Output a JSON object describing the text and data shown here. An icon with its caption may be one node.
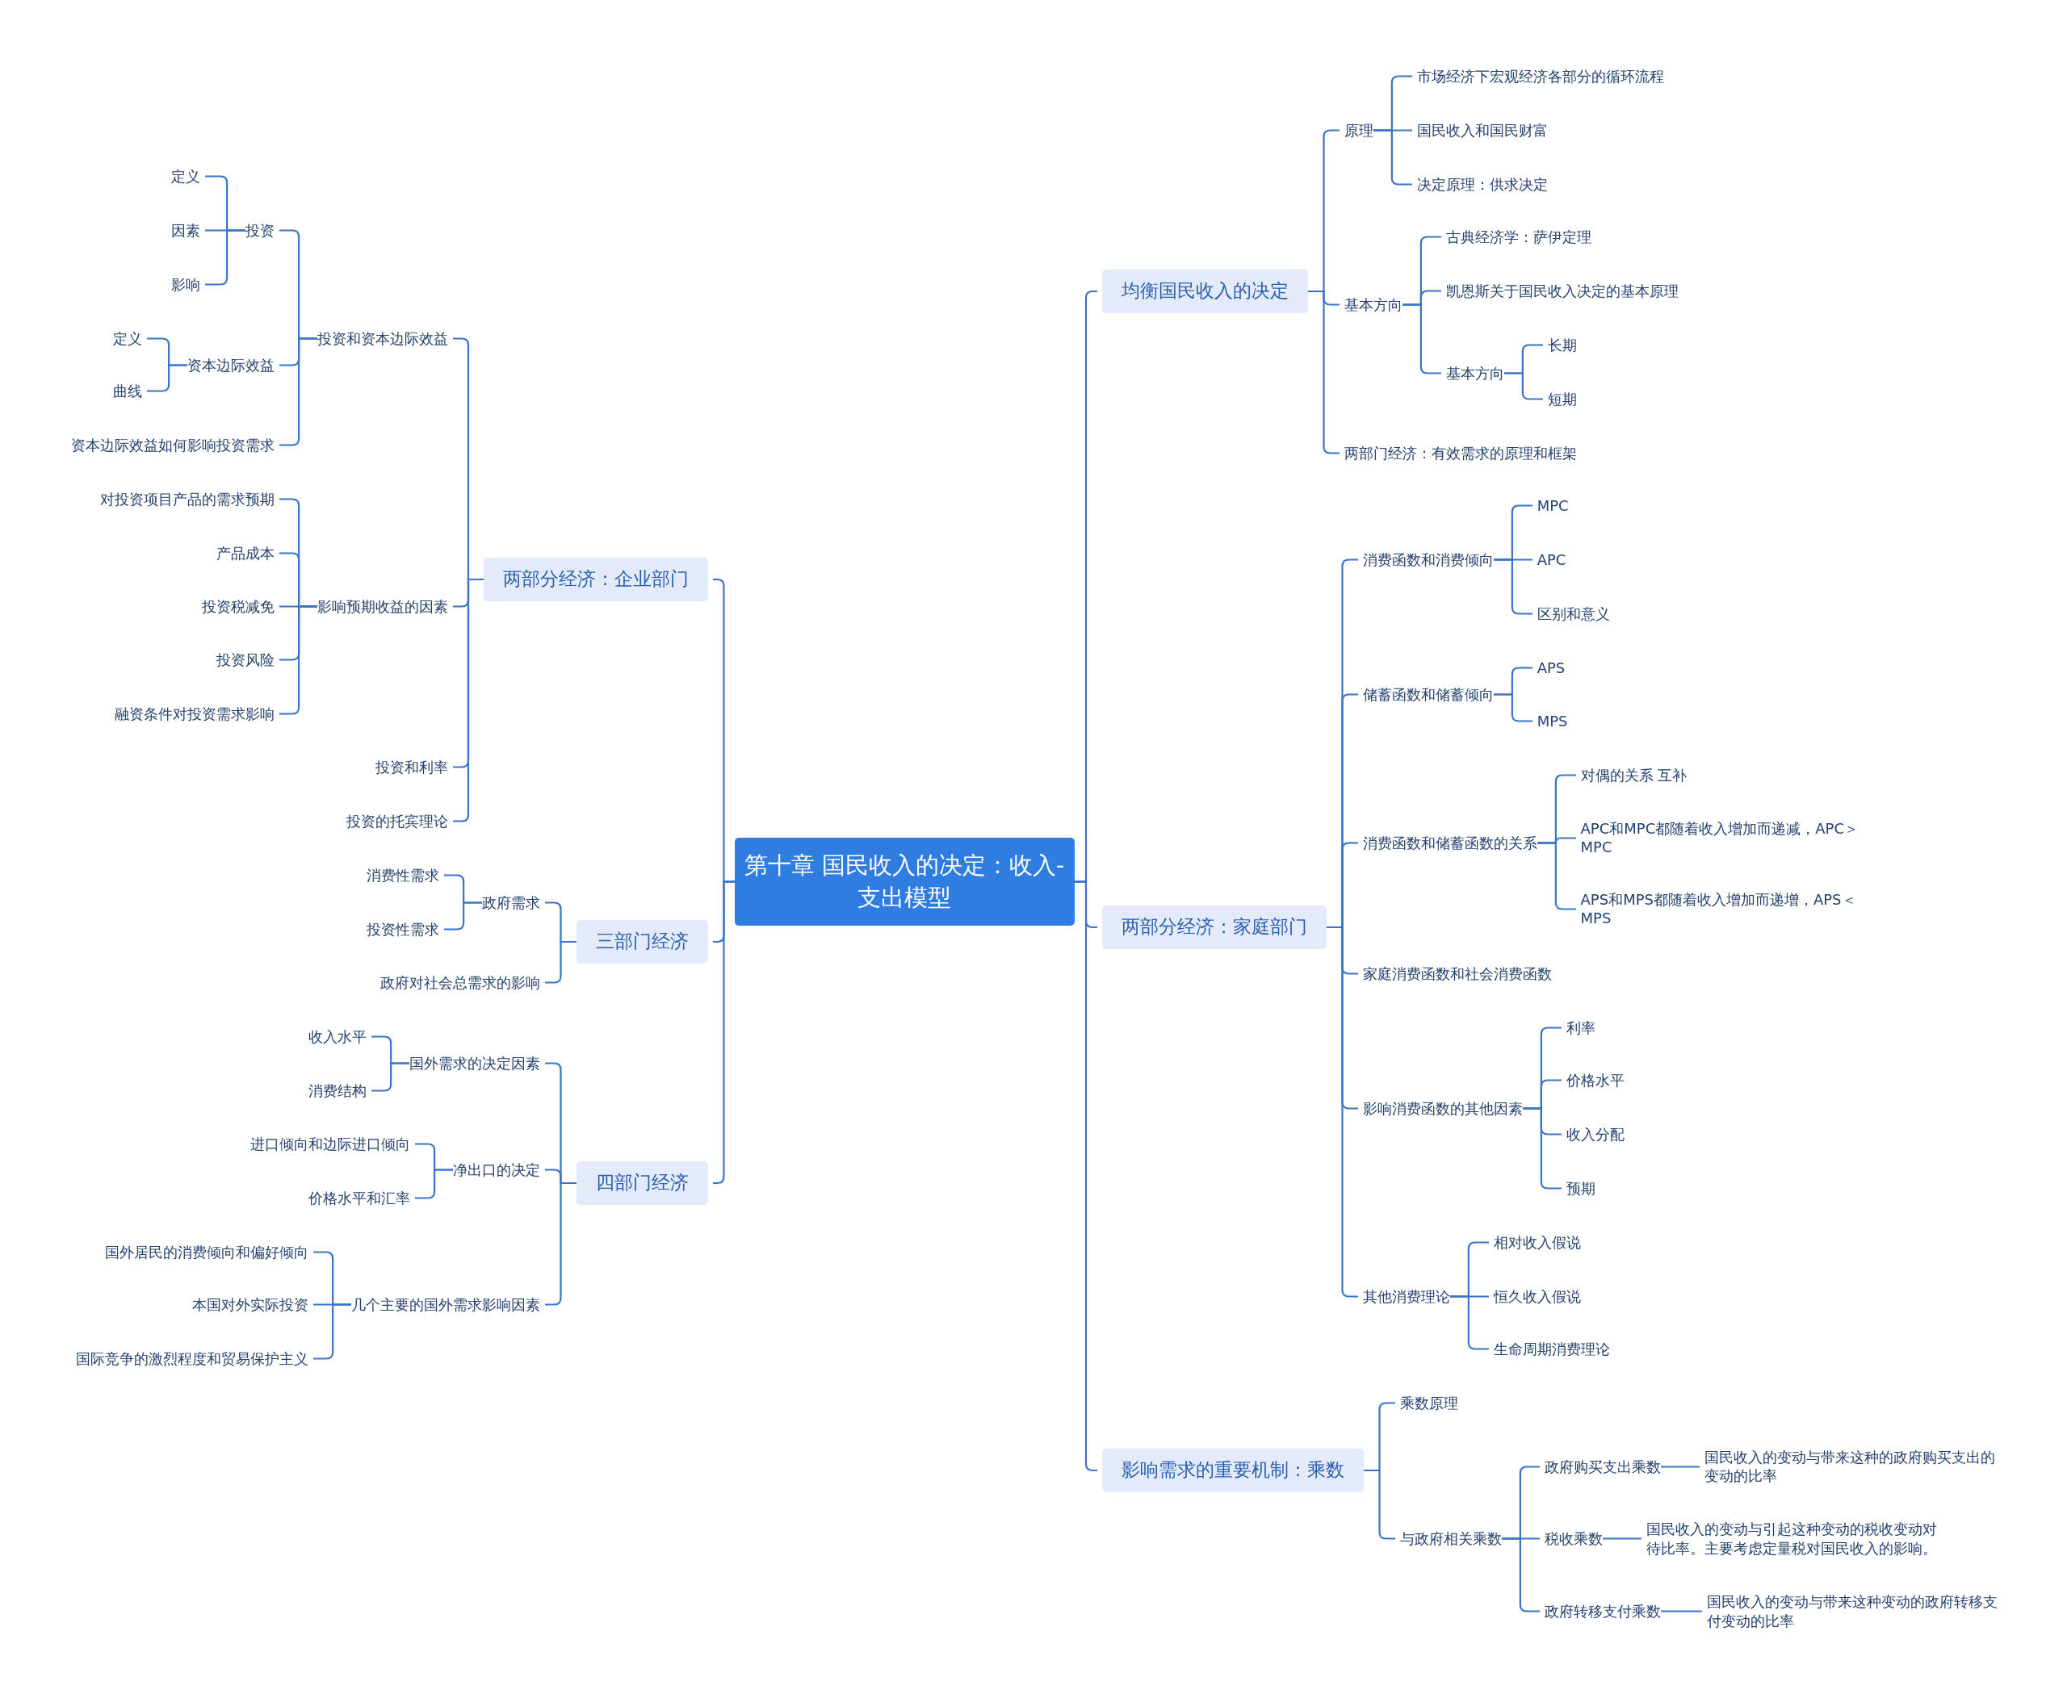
{
  "diagram": {
    "nodes": [
      {
        "text": [
          "第十章 国民收入的决定：收入-支出模型"
        ]
      },
      {
        "text": [
          "两部分经济：企业部门"
        ]
      },
      {
        "text": [
          "三部门经济"
        ]
      },
      {
        "text": [
          "四部门经济"
        ]
      },
      {
        "text": [
          "均衡国民收入的决定"
        ]
      },
      {
        "text": [
          "两部分经济：家庭部门"
        ]
      },
      {
        "text": [
          "影响需求的重要机制：乘数"
        ]
      },
      {
        "text": [
          "投资和资本边际效益"
        ]
      },
      {
        "text": [
          "投资"
        ]
      },
      {
        "text": [
          "定义"
        ]
      },
      {
        "text": [
          "因素"
        ]
      },
      {
        "text": [
          "影响"
        ]
      },
      {
        "text": [
          "资本边际效益"
        ]
      },
      {
        "text": [
          "定义"
        ]
      },
      {
        "text": [
          "曲线"
        ]
      },
      {
        "text": [
          "资本边际效益如何影响投资需求"
        ]
      },
      {
        "text": [
          "影响预期收益的因素"
        ]
      },
      {
        "text": [
          "对投资项目产品的需求预期"
        ]
      },
      {
        "text": [
          "产品成本"
        ]
      },
      {
        "text": [
          "投资税减免"
        ]
      },
      {
        "text": [
          "投资风险"
        ]
      },
      {
        "text": [
          "融资条件对投资需求影响"
        ]
      },
      {
        "text": [
          "投资和利率"
        ]
      },
      {
        "text": [
          "投资的托宾理论"
        ]
      },
      {
        "text": [
          "政府需求"
        ]
      },
      {
        "text": [
          "消费性需求"
        ]
      },
      {
        "text": [
          "投资性需求"
        ]
      },
      {
        "text": [
          "政府对社会总需求的影响"
        ]
      },
      {
        "text": [
          "国外需求的决定因素"
        ]
      },
      {
        "text": [
          "收入水平"
        ]
      },
      {
        "text": [
          "消费结构"
        ]
      },
      {
        "text": [
          "净出口的决定"
        ]
      },
      {
        "text": [
          "进口倾向和边际进口倾向"
        ]
      },
      {
        "text": [
          "价格水平和汇率"
        ]
      },
      {
        "text": [
          "几个主要的国外需求影响因素"
        ]
      },
      {
        "text": [
          "国外居民的消费倾向和偏好倾向"
        ]
      },
      {
        "text": [
          "本国对外实际投资"
        ]
      },
      {
        "text": [
          "国际竞争的激烈程度和贸易保护主义"
        ]
      },
      {
        "text": [
          "原理"
        ]
      },
      {
        "text": [
          "市场经济下宏观经济各部分的循环流程"
        ]
      },
      {
        "text": [
          "国民收入和国民财富"
        ]
      },
      {
        "text": [
          "决定原理：供求决定"
        ]
      },
      {
        "text": [
          "基本方向"
        ]
      },
      {
        "text": [
          "古典经济学：萨伊定理"
        ]
      },
      {
        "text": [
          "凯恩斯关于国民收入决定的基本原理"
        ]
      },
      {
        "text": [
          "基本方向"
        ]
      },
      {
        "text": [
          "长期"
        ]
      },
      {
        "text": [
          "短期"
        ]
      },
      {
        "text": [
          "两部门经济：有效需求的原理和框架"
        ]
      },
      {
        "text": [
          "消费函数和消费倾向"
        ]
      },
      {
        "text": [
          "MPC"
        ]
      },
      {
        "text": [
          "APC"
        ]
      },
      {
        "text": [
          "区别和意义"
        ]
      },
      {
        "text": [
          "储蓄函数和储蓄倾向"
        ]
      },
      {
        "text": [
          "APS"
        ]
      },
      {
        "text": [
          "MPS"
        ]
      },
      {
        "text": [
          "消费函数和储蓄函数的关系"
        ]
      },
      {
        "text": [
          "对偶的关系 互补"
        ]
      },
      {
        "text": [
          "APC和MPC都随着收入增加而递减，APC＞MPC"
        ]
      },
      {
        "text": [
          "APS和MPS都随着收入增加而递增，APS＜MPS"
        ]
      },
      {
        "text": [
          "家庭消费函数和社会消费函数"
        ]
      },
      {
        "text": [
          "影响消费函数的其他因素"
        ]
      },
      {
        "text": [
          "利率"
        ]
      },
      {
        "text": [
          "价格水平"
        ]
      },
      {
        "text": [
          "收入分配"
        ]
      },
      {
        "text": [
          "预期"
        ]
      },
      {
        "text": [
          "其他消费理论"
        ]
      },
      {
        "text": [
          "相对收入假说"
        ]
      },
      {
        "text": [
          "恒久收入假说"
        ]
      },
      {
        "text": [
          "生命周期消费理论"
        ]
      },
      {
        "text": [
          "乘数原理"
        ]
      },
      {
        "text": [
          "与政府相关乘数"
        ]
      },
      {
        "text": [
          "政府购买支出乘数"
        ]
      },
      {
        "text": [
          "国民收入的变动与带来这种的政府购买支出的变动的比率"
        ]
      },
      {
        "text": [
          "税收乘数"
        ]
      },
      {
        "text": [
          "国民收入的变动与引起这种变动的税收变动对待比率。主要考虑定量税对国民收入的影响。"
        ]
      },
      {
        "text": [
          "政府转移支付乘数"
        ]
      },
      {
        "text": [
          "国民收入的变动与带来这种变动的政府转移支付变动的比率"
        ]
      }
    ],
    "edges": [
      {
        "from": 0,
        "to": 1,
        "arrow": "none"
      },
      {
        "from": 0,
        "to": 2,
        "arrow": "none"
      },
      {
        "from": 0,
        "to": 3,
        "arrow": "none"
      },
      {
        "from": 0,
        "to": 4,
        "arrow": "none"
      },
      {
        "from": 0,
        "to": 5,
        "arrow": "none"
      },
      {
        "from": 0,
        "to": 6,
        "arrow": "none"
      },
      {
        "from": 1,
        "to": 7,
        "arrow": "none"
      },
      {
        "from": 7,
        "to": 8,
        "arrow": "none"
      },
      {
        "from": 8,
        "to": 9,
        "arrow": "none"
      },
      {
        "from": 8,
        "to": 10,
        "arrow": "none"
      },
      {
        "from": 8,
        "to": 11,
        "arrow": "none"
      },
      {
        "from": 7,
        "to": 12,
        "arrow": "none"
      },
      {
        "from": 12,
        "to": 13,
        "arrow": "none"
      },
      {
        "from": 12,
        "to": 14,
        "arrow": "none"
      },
      {
        "from": 7,
        "to": 15,
        "arrow": "none"
      },
      {
        "from": 1,
        "to": 16,
        "arrow": "none"
      },
      {
        "from": 16,
        "to": 17,
        "arrow": "none"
      },
      {
        "from": 16,
        "to": 18,
        "arrow": "none"
      },
      {
        "from": 16,
        "to": 19,
        "arrow": "none"
      },
      {
        "from": 16,
        "to": 20,
        "arrow": "none"
      },
      {
        "from": 16,
        "to": 21,
        "arrow": "none"
      },
      {
        "from": 1,
        "to": 22,
        "arrow": "none"
      },
      {
        "from": 1,
        "to": 23,
        "arrow": "none"
      },
      {
        "from": 2,
        "to": 24,
        "arrow": "none"
      },
      {
        "from": 24,
        "to": 25,
        "arrow": "none"
      },
      {
        "from": 24,
        "to": 26,
        "arrow": "none"
      },
      {
        "from": 2,
        "to": 27,
        "arrow": "none"
      },
      {
        "from": 3,
        "to": 28,
        "arrow": "none"
      },
      {
        "from": 28,
        "to": 29,
        "arrow": "none"
      },
      {
        "from": 28,
        "to": 30,
        "arrow": "none"
      },
      {
        "from": 3,
        "to": 31,
        "arrow": "none"
      },
      {
        "from": 31,
        "to": 32,
        "arrow": "none"
      },
      {
        "from": 31,
        "to": 33,
        "arrow": "none"
      },
      {
        "from": 3,
        "to": 34,
        "arrow": "none"
      },
      {
        "from": 34,
        "to": 35,
        "arrow": "none"
      },
      {
        "from": 34,
        "to": 36,
        "arrow": "none"
      },
      {
        "from": 34,
        "to": 37,
        "arrow": "none"
      },
      {
        "from": 4,
        "to": 38,
        "arrow": "none"
      },
      {
        "from": 38,
        "to": 39,
        "arrow": "none"
      },
      {
        "from": 38,
        "to": 40,
        "arrow": "none"
      },
      {
        "from": 38,
        "to": 41,
        "arrow": "none"
      },
      {
        "from": 4,
        "to": 42,
        "arrow": "none"
      },
      {
        "from": 42,
        "to": 43,
        "arrow": "none"
      },
      {
        "from": 42,
        "to": 44,
        "arrow": "none"
      },
      {
        "from": 42,
        "to": 45,
        "arrow": "none"
      },
      {
        "from": 45,
        "to": 46,
        "arrow": "none"
      },
      {
        "from": 45,
        "to": 47,
        "arrow": "none"
      },
      {
        "from": 4,
        "to": 48,
        "arrow": "none"
      },
      {
        "from": 5,
        "to": 49,
        "arrow": "none"
      },
      {
        "from": 49,
        "to": 50,
        "arrow": "none"
      },
      {
        "from": 49,
        "to": 51,
        "arrow": "none"
      },
      {
        "from": 49,
        "to": 52,
        "arrow": "none"
      },
      {
        "from": 5,
        "to": 53,
        "arrow": "none"
      },
      {
        "from": 53,
        "to": 54,
        "arrow": "none"
      },
      {
        "from": 53,
        "to": 55,
        "arrow": "none"
      },
      {
        "from": 5,
        "to": 56,
        "arrow": "none"
      },
      {
        "from": 56,
        "to": 57,
        "arrow": "none"
      },
      {
        "from": 56,
        "to": 58,
        "arrow": "none"
      },
      {
        "from": 56,
        "to": 59,
        "arrow": "none"
      },
      {
        "from": 5,
        "to": 60,
        "arrow": "none"
      },
      {
        "from": 5,
        "to": 61,
        "arrow": "none"
      },
      {
        "from": 61,
        "to": 62,
        "arrow": "none"
      },
      {
        "from": 61,
        "to": 63,
        "arrow": "none"
      },
      {
        "from": 61,
        "to": 64,
        "arrow": "none"
      },
      {
        "from": 61,
        "to": 65,
        "arrow": "none"
      },
      {
        "from": 5,
        "to": 66,
        "arrow": "none"
      },
      {
        "from": 66,
        "to": 67,
        "arrow": "none"
      },
      {
        "from": 66,
        "to": 68,
        "arrow": "none"
      },
      {
        "from": 66,
        "to": 69,
        "arrow": "none"
      },
      {
        "from": 6,
        "to": 70,
        "arrow": "none"
      },
      {
        "from": 6,
        "to": 71,
        "arrow": "none"
      },
      {
        "from": 71,
        "to": 72,
        "arrow": "none"
      },
      {
        "from": 72,
        "to": 73,
        "arrow": "none"
      },
      {
        "from": 71,
        "to": 74,
        "arrow": "none"
      },
      {
        "from": 74,
        "to": 75,
        "arrow": "none"
      },
      {
        "from": 71,
        "to": 76,
        "arrow": "none"
      },
      {
        "from": 76,
        "to": 77,
        "arrow": "none"
      }
    ]
  }
}
